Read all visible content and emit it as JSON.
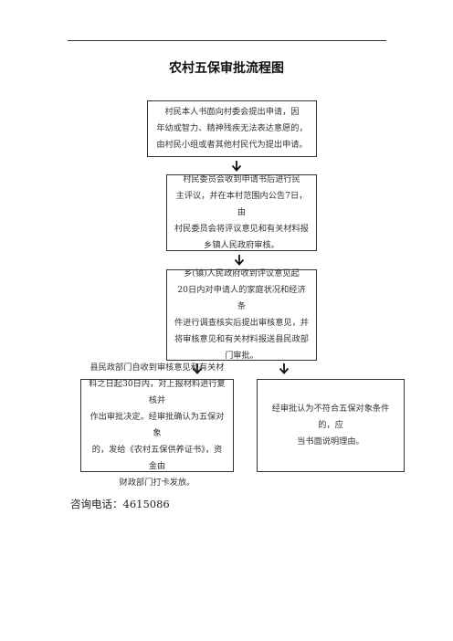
{
  "title": "农村五保审批流程图",
  "steps": [
    {
      "lines": [
        "村民本人书面向村委会提出申请，因",
        "年幼或智力、精神残疾无法表达意愿的，",
        "由村民小组或者其他村民代为提出申请。"
      ]
    },
    {
      "lines": [
        "村民委员会收到申请书后进行民",
        "主评议，并在本村范围内公告7日，由",
        "村民委员会将评议意见和有关材料报",
        "乡镇人民政府审核。"
      ]
    },
    {
      "lines": [
        "乡(镇)人民政府收到评议意见起",
        "20日内对申请人的家庭状况和经济条",
        "件进行调查核实后提出审核意见，并",
        "将审核意见和有关材料报送县民政部",
        "门审批。"
      ]
    },
    {
      "lines": [
        "县民政部门自收到审核意见和有关材",
        "料之日起30日内，对上报材料进行复核并",
        "作出审批决定。经审批确认为五保对象",
        "的，发给《农村五保供养证书》，资金由",
        "财政部门打卡发放。"
      ]
    },
    {
      "lines": [
        "经审批认为不符合五保对象条件的，应",
        "当书面说明理由。"
      ]
    }
  ],
  "contact": "咨询电话：4615086"
}
